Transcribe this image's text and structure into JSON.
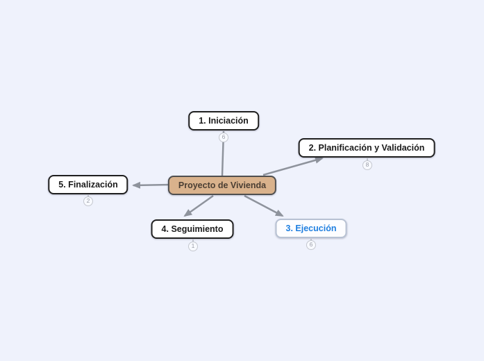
{
  "canvas": {
    "background_color": "#eff2fc",
    "edge_color": "#8e939c"
  },
  "mindmap": {
    "root": {
      "id": "root",
      "label": "Proyecto de Vivienda",
      "fill_color": "#d9b28c",
      "border_color": "#4f4f4f",
      "text_color": "#4a3e33"
    },
    "nodes": [
      {
        "id": "iniciacion",
        "label": "1. Iniciación",
        "badge": "6",
        "fill_color": "#ffffff",
        "border_color": "#1f1f1f",
        "text_color": "#1a1a1a"
      },
      {
        "id": "planificacion",
        "label": "2. Planificación y Validación",
        "badge": "8",
        "fill_color": "#ffffff",
        "border_color": "#1f1f1f",
        "text_color": "#1a1a1a"
      },
      {
        "id": "ejecucion",
        "label": "3. Ejecución",
        "badge": "6",
        "fill_color": "#fdfdff",
        "border_color": "#b8c2d3",
        "text_color": "#1f7fe0"
      },
      {
        "id": "seguimiento",
        "label": "4. Seguimiento",
        "badge": "1",
        "fill_color": "#ffffff",
        "border_color": "#1f1f1f",
        "text_color": "#1a1a1a"
      },
      {
        "id": "finalizacion",
        "label": "5. Finalización",
        "badge": "2",
        "fill_color": "#ffffff",
        "border_color": "#1f1f1f",
        "text_color": "#1a1a1a"
      }
    ],
    "edges": [
      {
        "from": "root",
        "to": "iniciacion",
        "arrowhead": false
      },
      {
        "from": "root",
        "to": "planificacion",
        "arrowhead": true
      },
      {
        "from": "root",
        "to": "ejecucion",
        "arrowhead": true
      },
      {
        "from": "root",
        "to": "seguimiento",
        "arrowhead": true
      },
      {
        "from": "root",
        "to": "finalizacion",
        "arrowhead": true
      }
    ]
  }
}
